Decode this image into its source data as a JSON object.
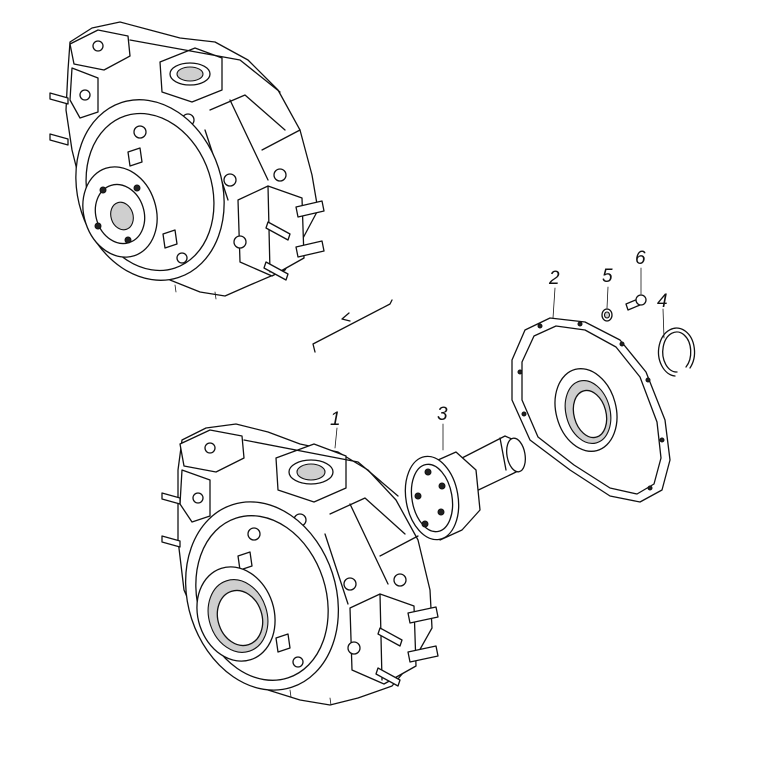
{
  "diagram": {
    "callouts": [
      {
        "id": "1",
        "label": "1"
      },
      {
        "id": "2",
        "label": "2"
      },
      {
        "id": "3",
        "label": "3"
      },
      {
        "id": "4",
        "label": "4"
      },
      {
        "id": "5",
        "label": "5"
      },
      {
        "id": "6",
        "label": "6"
      }
    ]
  },
  "colors": {
    "line": "#111111",
    "background": "#ffffff"
  }
}
